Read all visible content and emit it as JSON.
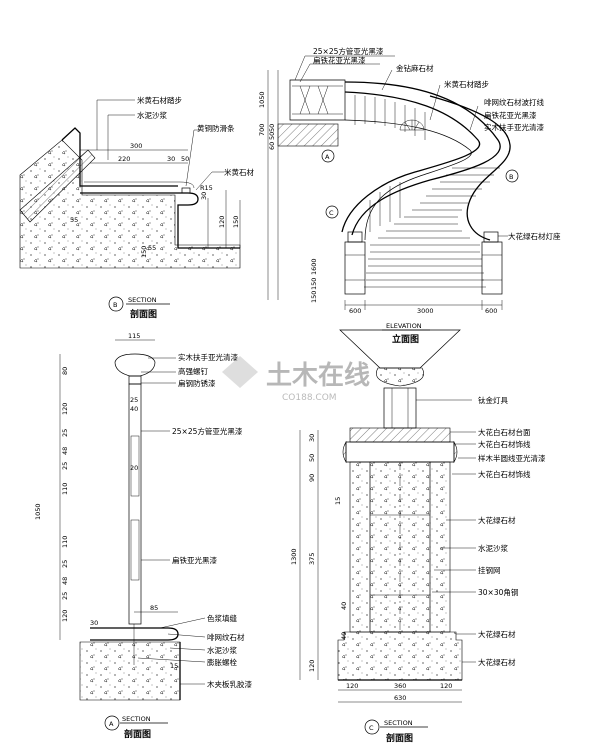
{
  "section_b": {
    "labels": [
      "米黄石材踏步",
      "水泥沙浆",
      "黄铜防滑条",
      "米黄石材"
    ],
    "dims": [
      "300",
      "220",
      "30",
      "50",
      "R15",
      "55",
      "55",
      "30",
      "120",
      "150",
      "150"
    ],
    "marker": "B",
    "caption_en": "SECTION",
    "caption_cn": "剖面图"
  },
  "elevation": {
    "labels_top": [
      "25×25方管亚光黑漆",
      "扁铁花亚光黑漆",
      "金钻麻石材",
      "米黄石材踏步",
      "啡网纹石材波打线",
      "扁铁花亚光黑漆",
      "实木扶手亚光清漆"
    ],
    "label_lamp": "大花绿石材灯座",
    "dims_left": [
      "1050",
      "700",
      "50",
      "50",
      "60",
      "1600",
      "150",
      "150"
    ],
    "dims_bottom": [
      "600",
      "3000",
      "600"
    ],
    "markers": [
      "A",
      "B",
      "C"
    ],
    "caption_en": "ELEVATION",
    "caption_cn": "立面图"
  },
  "section_a": {
    "labels": [
      "实木扶手亚光清漆",
      "高强螺钉",
      "扁钢防锈漆",
      "25×25方管亚光黑漆",
      "扁铁亚光黑漆",
      "色浆填缝",
      "啡网纹石材",
      "水泥沙浆",
      "膨胀螺栓",
      "木夹板乳胶漆"
    ],
    "dims_left": [
      "80",
      "120",
      "25",
      "48",
      "25",
      "110",
      "1050",
      "110",
      "25",
      "48",
      "25",
      "120",
      "30"
    ],
    "dims_misc": [
      "115",
      "25",
      "40",
      "20",
      "85",
      "15"
    ],
    "marker": "A",
    "caption_en": "SECTION",
    "caption_cn": "剖面图"
  },
  "section_c": {
    "labels": [
      "钛金灯具",
      "大花白石材台面",
      "大花白石材饰线",
      "样木半圆线亚光清漆",
      "大花白石材饰线",
      "大花绿石材",
      "水泥沙浆",
      "挂钢网",
      "30×30角钢",
      "大花绿石材",
      "大花绿石材"
    ],
    "dims_left": [
      "30",
      "50",
      "90",
      "15",
      "375",
      "1300",
      "40",
      "40",
      "120"
    ],
    "dims_bottom": [
      "120",
      "360",
      "120",
      "630"
    ],
    "marker": "C",
    "caption_en": "SECTION",
    "caption_cn": "剖面图"
  },
  "watermark": {
    "cn": "土木在线",
    "en": "CO188.COM"
  }
}
